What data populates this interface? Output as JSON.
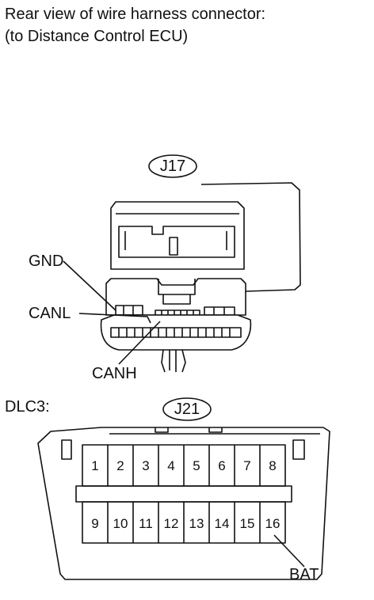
{
  "header": {
    "line1": "Rear view of wire harness connector:",
    "line2": "(to Distance Control ECU)"
  },
  "ecu_connector": {
    "code": "J17",
    "labels": {
      "gnd": "GND",
      "canl": "CANL",
      "canh": "CANH"
    }
  },
  "dlc3": {
    "title": "DLC3:",
    "code": "J21",
    "top_pins": [
      "1",
      "2",
      "3",
      "4",
      "5",
      "6",
      "7",
      "8"
    ],
    "bottom_pins": [
      "9",
      "10",
      "11",
      "12",
      "13",
      "14",
      "15",
      "16"
    ],
    "bat_label": "BAT"
  }
}
